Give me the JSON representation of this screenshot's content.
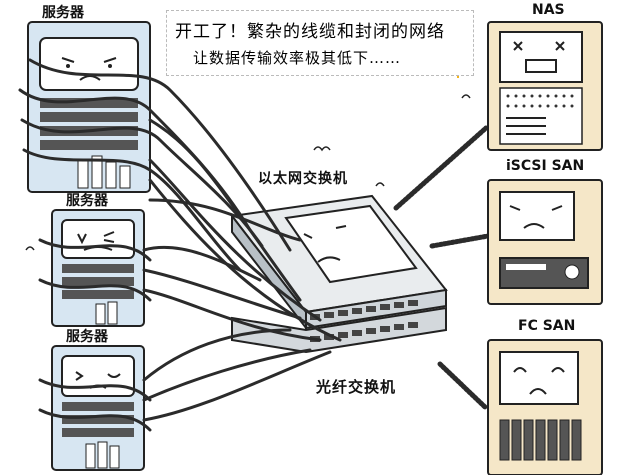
{
  "caption": {
    "line1": "开工了！繁杂的线缆和封闭的网络",
    "line2": "让数据传输效率极其低下……"
  },
  "servers": [
    {
      "label": "服务器"
    },
    {
      "label": "服务器"
    },
    {
      "label": "服务器"
    }
  ],
  "switches": {
    "ethernet_label": "以太网交换机",
    "fiber_label": "光纤交换机"
  },
  "storage": [
    {
      "label": "NAS"
    },
    {
      "label": "iSCSI SAN"
    },
    {
      "label": "FC SAN"
    }
  ],
  "colors": {
    "server_fill": "#d7e6f2",
    "storage_fill": "#f5e7c8",
    "switch_fill": "#e9ecee",
    "cable": "#2b2b2b",
    "sun": "#f3b21b"
  }
}
